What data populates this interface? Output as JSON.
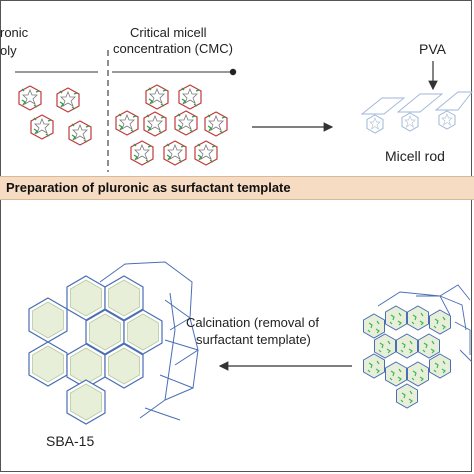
{
  "top": {
    "left_label_line1": "ronic",
    "left_label_line2": "oly",
    "cmc_label_line1": "Critical micell",
    "cmc_label_line2": "concentration (CMC)",
    "pva_label": "PVA",
    "micell_rod_label": "Micell rod"
  },
  "banner": {
    "text": "Preparation of pluronic as surfactant template"
  },
  "bottom": {
    "calcination_line1": "Calcination (removal of",
    "calcination_line2": "surfactant template)",
    "sba_label": "SBA-15"
  },
  "colors": {
    "banner_bg": "#f7dcc4",
    "micelle_outline": "#c0393b",
    "surfactant_tail": "#2e9d4a",
    "hex_fill": "#e8efd9",
    "hex_stroke": "#4a6fb5",
    "rod_stroke": "#9fb7d8"
  }
}
